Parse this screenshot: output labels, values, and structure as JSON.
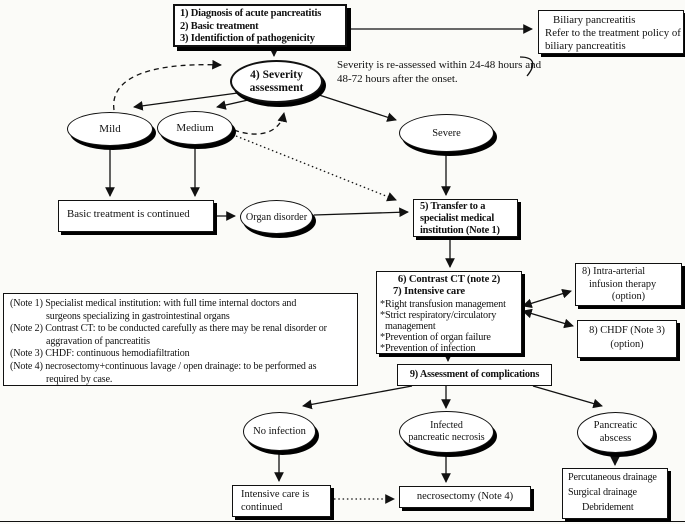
{
  "colors": {
    "ink": "#111111",
    "paper": "#fbfbf8"
  },
  "nodes": {
    "start": {
      "lines": [
        "1) Diagnosis of acute pancreatitis",
        "2) Basic treatment",
        "3) Identifiction of pathogenicity"
      ]
    },
    "biliary": {
      "lines": [
        "Biliary pancreatitis",
        "Refer to the treatment policy of",
        "biliary pancreatitis"
      ]
    },
    "reassess_note": {
      "lines": [
        "Severity is re-assessed within 24-48 hours and",
        "48-72 hours after the onset."
      ]
    },
    "severity": {
      "lines": [
        "4) Severity",
        "assessment"
      ]
    },
    "mild": {
      "label": "Mild"
    },
    "medium": {
      "label": "Medium"
    },
    "severe": {
      "label": "Severe"
    },
    "basic": {
      "label": "Basic treatment is continued"
    },
    "organ": {
      "label": "Organ disorder"
    },
    "transfer": {
      "lines": [
        "5) Transfer to a",
        "specialist medical",
        "institution (Note 1)"
      ]
    },
    "ct_care": {
      "h1": "6) Contrast CT (note 2)",
      "h2": "7) Intensive care",
      "items": [
        "*Right transfusion management",
        "*Strict respiratory/circulatory",
        "management",
        "*Prevention of organ failure",
        "*Prevention of infection"
      ]
    },
    "ia_therapy": {
      "lines": [
        "8) Intra-arterial",
        "infusion therapy",
        "(option)"
      ]
    },
    "chdf": {
      "lines": [
        "8) CHDF (Note 3)",
        "(option)"
      ]
    },
    "notes": {
      "lines": [
        "(Note 1) Specialist medical institution: with full time internal doctors and",
        "surgeons specializing in gastrointestinal organs",
        "(Note 2) Contrast CT: to be conducted carefully as there may be renal disorder or",
        "aggravation of pancreatitis",
        "(Note 3) CHDF: continuous hemodiafiltration",
        "(Note 4) necrosectomy+continuous lavage / open drainage: to be performed as",
        "required by case."
      ]
    },
    "assessment": {
      "label": "9) Assessment of complications"
    },
    "no_infection": {
      "label": "No infection"
    },
    "infected": {
      "lines": [
        "Infected",
        "pancreatic necrosis"
      ]
    },
    "abscess": {
      "lines": [
        "Pancreatic",
        "abscess"
      ]
    },
    "intensive": {
      "lines": [
        "Intensive care is",
        "continued"
      ]
    },
    "necrosectomy": {
      "label": "necrosectomy (Note 4)"
    },
    "drainage": {
      "lines": [
        "Percutaneous drainage",
        "Surgical drainage",
        "Debridement"
      ]
    }
  }
}
